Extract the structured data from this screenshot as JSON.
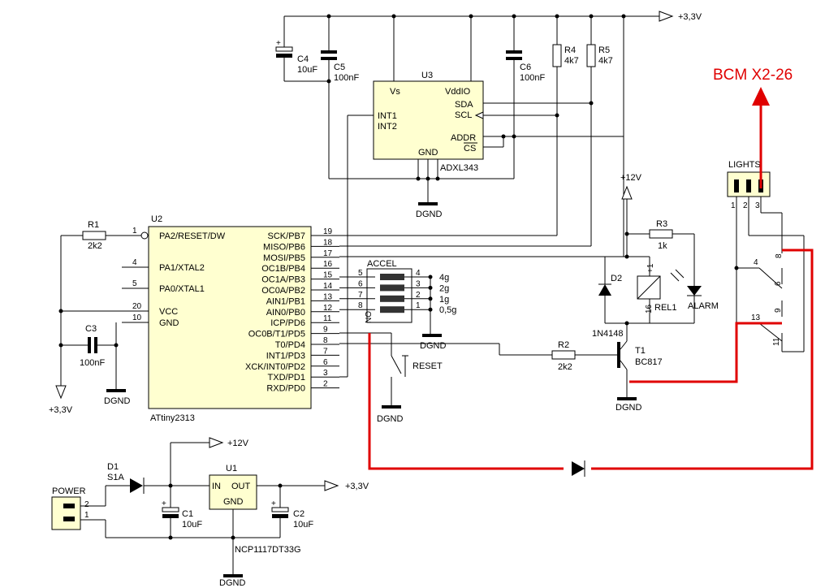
{
  "supply": {
    "v33": "+3,3V",
    "v12": "+12V",
    "ground": "DGND"
  },
  "bcm_label": "BCM X2-26",
  "u3": {
    "ref": "U3",
    "part": "ADXL343",
    "pins": {
      "vs": "Vs",
      "vddio": "VddIO",
      "sda": "SDA",
      "scl": "SCL",
      "int1": "INT1",
      "int2": "INT2",
      "addr": "ADDR",
      "cs": "CS",
      "gnd": "GND"
    }
  },
  "u2": {
    "ref": "U2",
    "part": "ATtiny2313",
    "left_pins": [
      {
        "num": "1",
        "name": "PA2/RESET/DW"
      },
      {
        "num": "4",
        "name": "PA1/XTAL2"
      },
      {
        "num": "5",
        "name": "PA0/XTAL1"
      },
      {
        "num": "20",
        "name": "VCC"
      },
      {
        "num": "10",
        "name": "GND"
      }
    ],
    "right_pins": [
      {
        "num": "19",
        "name": "SCK/PB7"
      },
      {
        "num": "18",
        "name": "MISO/PB6"
      },
      {
        "num": "17",
        "name": "MOSI/PB5"
      },
      {
        "num": "16",
        "name": "OC1B/PB4"
      },
      {
        "num": "15",
        "name": "OC1A/PB3"
      },
      {
        "num": "14",
        "name": "OC0A/PB2"
      },
      {
        "num": "13",
        "name": "AIN1/PB1"
      },
      {
        "num": "12",
        "name": "AIN0/PB0"
      },
      {
        "num": "11",
        "name": "ICP/PD6"
      },
      {
        "num": "9",
        "name": "OC0B/T1/PD5"
      },
      {
        "num": "8",
        "name": "T0/PD4"
      },
      {
        "num": "7",
        "name": "INT1/PD3"
      },
      {
        "num": "6",
        "name": "XCK/INT0/PD2"
      },
      {
        "num": "3",
        "name": "TXD/PD1"
      },
      {
        "num": "2",
        "name": "RXD/PD0"
      }
    ]
  },
  "u1": {
    "ref": "U1",
    "part": "NCP1117DT33G",
    "in": "IN",
    "out": "OUT",
    "gnd": "GND"
  },
  "caps": {
    "c4": {
      "ref": "C4",
      "val": "10uF"
    },
    "c5": {
      "ref": "C5",
      "val": "100nF"
    },
    "c6": {
      "ref": "C6",
      "val": "100nF"
    },
    "c3": {
      "ref": "C3",
      "val": "100nF"
    },
    "c1": {
      "ref": "C1",
      "val": "10uF"
    },
    "c2": {
      "ref": "C2",
      "val": "10uF"
    }
  },
  "resistors": {
    "r1": {
      "ref": "R1",
      "val": "2k2"
    },
    "r2": {
      "ref": "R2",
      "val": "2k2"
    },
    "r3": {
      "ref": "R3",
      "val": "1k"
    },
    "r4": {
      "ref": "R4",
      "val": "4k7"
    },
    "r5": {
      "ref": "R5",
      "val": "4k7"
    }
  },
  "accel": {
    "title": "ACCEL",
    "on": "ON",
    "left_nums": [
      "5",
      "6",
      "7",
      "8"
    ],
    "right_nums": [
      "4",
      "3",
      "2",
      "1"
    ],
    "ranges": [
      "4g",
      "2g",
      "1g",
      "0,5g"
    ]
  },
  "reset_label": "RESET",
  "d1": {
    "ref": "D1",
    "part": "S1A"
  },
  "d2": {
    "ref": "D2",
    "part": "1N4148"
  },
  "t1": {
    "ref": "T1",
    "part": "BC817"
  },
  "rel1": {
    "ref": "REL1",
    "p_plus": "+1",
    "p16": "16"
  },
  "alarm_label": "ALARM",
  "power": {
    "label": "POWER",
    "pin1": "1",
    "pin2": "2"
  },
  "lights": {
    "label": "LIGHTS",
    "pins": [
      "1",
      "2",
      "3"
    ]
  },
  "relay_contacts": {
    "c4": "4",
    "c8": "8",
    "c6": "6",
    "c9": "9",
    "c13": "13",
    "c11": "11"
  }
}
